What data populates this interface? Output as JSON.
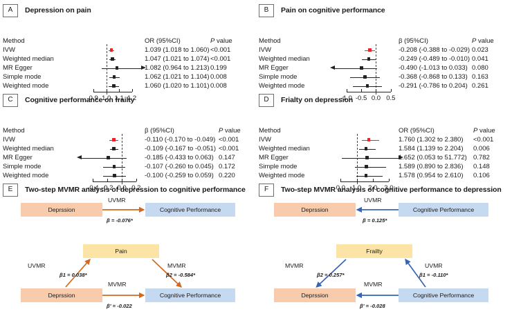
{
  "panels": {
    "A": {
      "letter": "A",
      "title": "Depression on pain",
      "est_header": "OR (95%CI)",
      "p_header_italic": "P",
      "p_header_rest": " value",
      "method_header": "Method",
      "axis": {
        "min": 0.85,
        "max": 1.24,
        "zero": 1.0,
        "ticks": [
          0.9,
          1.0,
          1.1,
          1.2
        ],
        "tick_labels": [
          "0.9",
          "1.0",
          "1.1",
          "1.2"
        ]
      },
      "rows": [
        {
          "method": "IVW",
          "est": 1.039,
          "lo": 1.018,
          "hi": 1.06,
          "est_text": "1.039 (1.018 to 1.060)",
          "p": "<0.001",
          "color": "red",
          "clip_hi": false,
          "clip_lo": false
        },
        {
          "method": "Weighted median",
          "est": 1.047,
          "lo": 1.021,
          "hi": 1.074,
          "est_text": "1.047 (1.021 to 1.074)",
          "p": "<0.001",
          "color": "black",
          "clip_hi": false,
          "clip_lo": false
        },
        {
          "method": "MR Egger",
          "est": 1.082,
          "lo": 0.964,
          "hi": 1.213,
          "est_text": "1.082 (0.964 to 1.213)",
          "p": "0.199",
          "color": "black",
          "clip_hi": true,
          "clip_lo": false
        },
        {
          "method": "Simple mode",
          "est": 1.062,
          "lo": 1.021,
          "hi": 1.104,
          "est_text": "1.062 (1.021 to 1.104)",
          "p": "0.008",
          "color": "black",
          "clip_hi": false,
          "clip_lo": false
        },
        {
          "method": "Weighted mode",
          "est": 1.06,
          "lo": 1.02,
          "hi": 1.101,
          "est_text": "1.060 (1.020 to 1.101)",
          "p": "0.008",
          "color": "black",
          "clip_hi": false,
          "clip_lo": false
        }
      ]
    },
    "B": {
      "letter": "B",
      "title": "Pain on cognitive performance",
      "est_header": "β (95%CI)",
      "p_header_italic": "P",
      "p_header_rest": " value",
      "method_header": "Method",
      "axis": {
        "min": -1.25,
        "max": 0.62,
        "zero": 0.0,
        "ticks": [
          -1.0,
          -0.5,
          0.0,
          0.5
        ],
        "tick_labels": [
          "-1.0",
          "-0.5",
          "0.0",
          "0.5"
        ]
      },
      "rows": [
        {
          "method": "IVW",
          "est": -0.208,
          "lo": -0.388,
          "hi": -0.029,
          "est_text": "-0.208 (-0.388 to -0.029)",
          "p": "0.023",
          "color": "red",
          "clip_hi": false,
          "clip_lo": false
        },
        {
          "method": "Weighted median",
          "est": -0.249,
          "lo": -0.489,
          "hi": -0.01,
          "est_text": "-0.249 (-0.489 to -0.010)",
          "p": "0.041",
          "color": "black",
          "clip_hi": false,
          "clip_lo": false
        },
        {
          "method": "MR Egger",
          "est": -0.49,
          "lo": -1.013,
          "hi": 0.033,
          "est_text": "-0.490 (-1.013 to 0.033)",
          "p": "0.080",
          "color": "black",
          "clip_hi": false,
          "clip_lo": true
        },
        {
          "method": "Simple mode",
          "est": -0.368,
          "lo": -0.868,
          "hi": 0.133,
          "est_text": "-0.368 (-0.868 to 0.133)",
          "p": "0.163",
          "color": "black",
          "clip_hi": false,
          "clip_lo": false
        },
        {
          "method": "Weighted mode",
          "est": -0.291,
          "lo": -0.786,
          "hi": 0.204,
          "est_text": "-0.291 (-0.786 to 0.204)",
          "p": "0.261",
          "color": "black",
          "clip_hi": false,
          "clip_lo": false
        }
      ]
    },
    "C": {
      "letter": "C",
      "title": "Cognitive performance on frailty",
      "est_header": "β (95%CI)",
      "p_header_italic": "P",
      "p_header_rest": " value",
      "method_header": "Method",
      "axis": {
        "min": -0.5,
        "max": 0.25,
        "zero": 0.0,
        "ticks": [
          -0.4,
          -0.2,
          0.0,
          0.2
        ],
        "tick_labels": [
          "-0.4",
          "-0.2",
          "0.0",
          "0.2"
        ]
      },
      "rows": [
        {
          "method": "IVW",
          "est": -0.11,
          "lo": -0.17,
          "hi": -0.049,
          "est_text": "-0.110 (-0.170 to -0.049)",
          "p": "<0.001",
          "color": "red",
          "clip_hi": false,
          "clip_lo": false
        },
        {
          "method": "Weighted median",
          "est": -0.109,
          "lo": -0.167,
          "hi": -0.051,
          "est_text": "-0.109 (-0.167 to -0.051)",
          "p": "<0.001",
          "color": "black",
          "clip_hi": false,
          "clip_lo": false
        },
        {
          "method": "MR Egger",
          "est": -0.185,
          "lo": -0.433,
          "hi": 0.063,
          "est_text": "-0.185 (-0.433 to 0.063)",
          "p": "0.147",
          "color": "black",
          "clip_hi": false,
          "clip_lo": true
        },
        {
          "method": "Simple mode",
          "est": -0.107,
          "lo": -0.26,
          "hi": 0.045,
          "est_text": "-0.107 (-0.260 to 0.045)",
          "p": "0.172",
          "color": "black",
          "clip_hi": false,
          "clip_lo": false
        },
        {
          "method": "Weighted mode",
          "est": -0.1,
          "lo": -0.259,
          "hi": 0.059,
          "est_text": "-0.100 (-0.259 to 0.059)",
          "p": "0.220",
          "color": "black",
          "clip_hi": false,
          "clip_lo": false
        }
      ]
    },
    "D": {
      "letter": "D",
      "title": "Frialty on depression",
      "est_header": "OR (95%CI)",
      "p_header_italic": "P",
      "p_header_rest": " value",
      "method_header": "Method",
      "axis": {
        "min": -0.45,
        "max": 3.35,
        "zero": 1.0,
        "ticks": [
          0.0,
          1.0,
          2.0,
          3.0
        ],
        "tick_labels": [
          "0.0",
          "1.0",
          "2.0",
          "3.0"
        ]
      },
      "rows": [
        {
          "method": "IVW",
          "est": 1.76,
          "lo": 1.302,
          "hi": 2.38,
          "est_text": "1.760 (1.302 to 2.380)",
          "p": "<0.001",
          "color": "red",
          "clip_hi": false,
          "clip_lo": false
        },
        {
          "method": "Weighted median",
          "est": 1.584,
          "lo": 1.139,
          "hi": 2.204,
          "est_text": "1.584 (1.139 to 2.204)",
          "p": "0.006",
          "color": "black",
          "clip_hi": false,
          "clip_lo": false
        },
        {
          "method": "MR Egger",
          "est": 1.652,
          "lo": 0.053,
          "hi": 51.772,
          "est_text": "1.652 (0.053 to 51.772)",
          "p": "0.782",
          "color": "black",
          "clip_hi": true,
          "clip_lo": false
        },
        {
          "method": "Simple mode",
          "est": 1.589,
          "lo": 0.89,
          "hi": 2.836,
          "est_text": "1.589 (0.890 to 2.836)",
          "p": "0.148",
          "color": "black",
          "clip_hi": false,
          "clip_lo": false
        },
        {
          "method": "Weighted mode",
          "est": 1.578,
          "lo": 0.954,
          "hi": 2.61,
          "est_text": "1.578 (0.954 to 2.610)",
          "p": "0.106",
          "color": "black",
          "clip_hi": false,
          "clip_lo": false
        }
      ]
    },
    "E": {
      "letter": "E",
      "title": "Two-step MVMR analysis of depression to cognitive performance",
      "arrow_color": "#D2691E",
      "top_left_box": "Deprssion",
      "top_right_box": "Cognitive Performance",
      "mid_box": "Pain",
      "bottom_left_box": "Deprssion",
      "bottom_right_box": "Cognitive Performance",
      "top_label": "UVMR",
      "top_beta": "β = -0.076*",
      "left_label": "UVMR",
      "left_beta": "β1 = 0.038*",
      "right_label": "MVMR",
      "right_beta": "β2 = -0.584*",
      "bottom_label": "MVMR",
      "bottom_beta": "β' = -0.022"
    },
    "F": {
      "letter": "F",
      "title": "Two-step MVMR analysis of cognitive performance to depression",
      "arrow_color": "#3A63B0",
      "top_left_box": "Deprssion",
      "top_right_box": "Cognitive Performance",
      "mid_box": "Frailty",
      "bottom_left_box": "Deprssion",
      "bottom_right_box": "Cognitive Performance",
      "top_label": "UVMR",
      "top_beta": "β = 0.125*",
      "left_label": "MVMR",
      "left_beta": "β2 = 0.257*",
      "right_label": "UVMR",
      "right_beta": "β1 = -0.110*",
      "bottom_label": "MVMR",
      "bottom_beta": "β' = -0.028"
    }
  }
}
